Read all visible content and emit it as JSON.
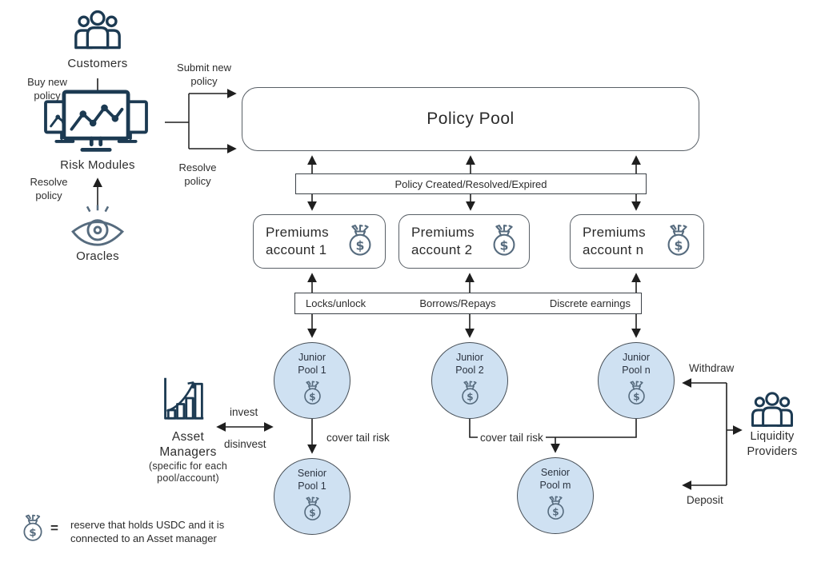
{
  "colors": {
    "ink": "#2e2e2e",
    "line": "#1f1f1f",
    "navy": "#1c3a52",
    "slate": "#566b7e",
    "pool_fill": "#cfe1f2",
    "pool_border": "#474f57",
    "box_border": "#585f66",
    "bg": "#ffffff"
  },
  "actors": {
    "customers": {
      "label": "Customers",
      "icon": "people-icon"
    },
    "risk_modules": {
      "label": "Risk Modules",
      "icon": "monitors-chart-icon"
    },
    "oracles": {
      "label": "Oracles",
      "icon": "eye-icon"
    },
    "asset_managers": {
      "line1": "Asset",
      "line2": "Managers",
      "note1": "(specific for each",
      "note2": "pool/account)",
      "icon": "growth-bar-chart-icon"
    },
    "liquidity_providers": {
      "line1": "Liquidity",
      "line2": "Providers",
      "icon": "people-icon"
    }
  },
  "edge_labels": {
    "buy_new_policy": "Buy new policy",
    "resolve_policy_left": "Resolve policy",
    "submit_new_policy": "Submit new policy",
    "resolve_policy": "Resolve policy",
    "invest": "invest",
    "disinvest": "disinvest",
    "withdraw": "Withdraw",
    "deposit": "Deposit",
    "cover_tail_risk_1": "cover tail risk",
    "cover_tail_risk_2": "cover tail risk"
  },
  "policy_pool": {
    "title": "Policy Pool"
  },
  "event_bar": {
    "label": "Policy Created/Resolved/Expired"
  },
  "ops_bar": {
    "left": "Locks/unlock",
    "center": "Borrows/Repays",
    "right": "Discrete earnings"
  },
  "premiums_accounts": [
    {
      "line1": "Premiums",
      "line2": "account 1",
      "icon": "money-bag-icon"
    },
    {
      "line1": "Premiums",
      "line2": "account 2",
      "icon": "money-bag-icon"
    },
    {
      "line1": "Premiums",
      "line2": "account n",
      "icon": "money-bag-icon"
    }
  ],
  "junior_pools": [
    {
      "line1": "Junior",
      "line2": "Pool 1",
      "icon": "money-bag-icon"
    },
    {
      "line1": "Junior",
      "line2": "Pool 2",
      "icon": "money-bag-icon"
    },
    {
      "line1": "Junior",
      "line2": "Pool n",
      "icon": "money-bag-icon"
    }
  ],
  "senior_pools": [
    {
      "line1": "Senior",
      "line2": "Pool 1",
      "icon": "money-bag-icon"
    },
    {
      "line1": "Senior",
      "line2": "Pool m",
      "icon": "money-bag-icon"
    }
  ],
  "legend": {
    "equals": "=",
    "line1": "reserve that holds USDC and it is",
    "line2": "connected to an Asset manager"
  }
}
